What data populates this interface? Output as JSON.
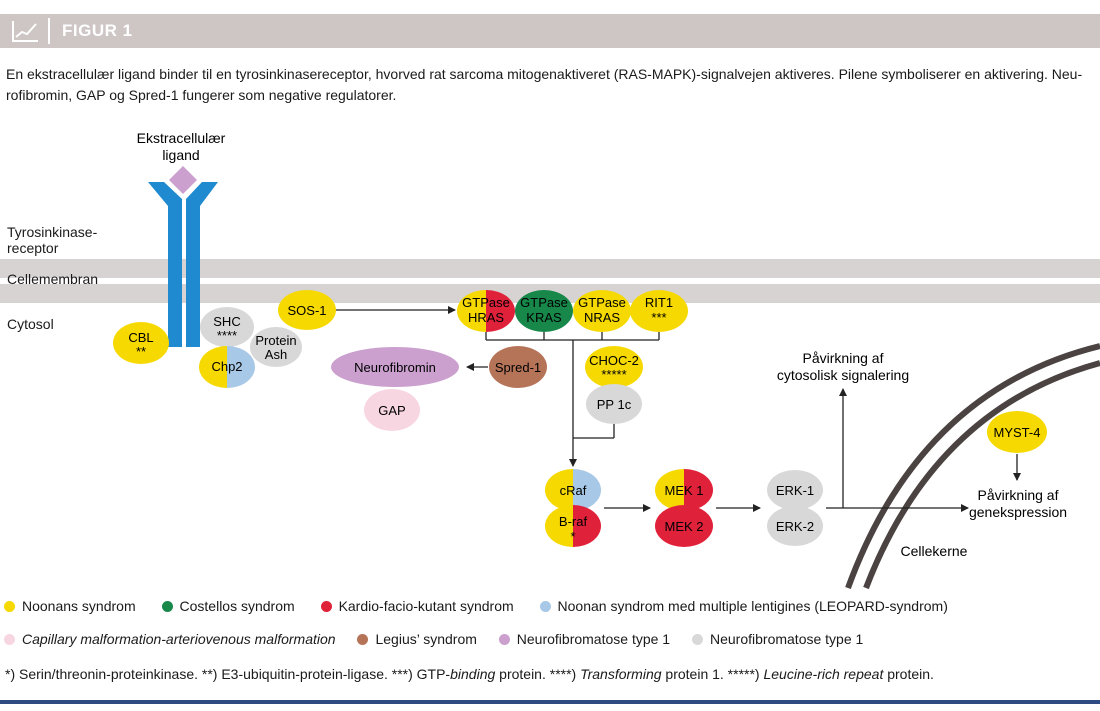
{
  "header": {
    "title": "FIGUR 1",
    "icon": "line-chart-icon"
  },
  "caption": "En ekstracellulær ligand binder til en tyrosinkinasereceptor, hvorved rat sarcoma mitogenaktiveret (RAS-MAPK)-signalvejen aktiveres. Pilene symboliserer en aktivering. Neu-rofibromin, GAP og Spred-1 fungerer som negative regulatorer.",
  "labels": {
    "ligand_line1": "Ekstracellulær",
    "ligand_line2": "ligand",
    "receptor_line1": "Tyrosinkinase-",
    "receptor_line2": "receptor",
    "membrane": "Cellemembran",
    "cytosol": "Cytosol",
    "cytosolic_line1": "Påvirkning af",
    "cytosolic_line2": "cytosolisk signalering",
    "gene_line1": "Påvirkning af",
    "gene_line2": "genekspression",
    "nucleus": "Cellekerne"
  },
  "nodes": {
    "cbl": {
      "line1": "CBL",
      "line2": "**"
    },
    "shc": {
      "line1": "SHC",
      "line2": "****"
    },
    "protein_ash": {
      "line1": "Protein",
      "line2": "Ash"
    },
    "chp2": {
      "line1": "Chp2"
    },
    "sos1": {
      "line1": "SOS-1"
    },
    "hras": {
      "line1": "GTPase",
      "line2": "HRAS"
    },
    "kras": {
      "line1": "GTPase",
      "line2": "KRAS"
    },
    "nras": {
      "line1": "GTPase",
      "line2": "NRAS"
    },
    "rit1": {
      "line1": "RIT1",
      "line2": "***"
    },
    "neurofibromin": {
      "line1": "Neurofibromin"
    },
    "spred1": {
      "line1": "Spred-1"
    },
    "gap": {
      "line1": "GAP"
    },
    "choc2": {
      "line1": "CHOC-2",
      "line2": "*****"
    },
    "pp1c": {
      "line1": "PP 1c"
    },
    "craf": {
      "line1": "cRaf"
    },
    "braf": {
      "line1": "B-raf",
      "line2": "*"
    },
    "mek1": {
      "line1": "MEK 1"
    },
    "mek2": {
      "line1": "MEK 2"
    },
    "erk1": {
      "line1": "ERK-1"
    },
    "erk2": {
      "line1": "ERK-2"
    },
    "myst4": {
      "line1": "MYST-4"
    }
  },
  "colors": {
    "yellow": "#f6d900",
    "green": "#17874a",
    "red": "#e0213a",
    "light_blue": "#a7c8e6",
    "pink": "#f7d6e2",
    "brown": "#b57458",
    "purple": "#cba0cf",
    "gray": "#d8d8d8",
    "receptor_blue": "#1f8ad0",
    "nucleus": "#4a4341",
    "header": "#cdc6c4",
    "bottom_bar": "#2d4a82"
  },
  "legend": {
    "row1": [
      {
        "label": "Noonans syndrom",
        "color": "#f6d900"
      },
      {
        "label": "Costellos syndrom",
        "color": "#17874a"
      },
      {
        "label": "Kardio-facio-kutant syndrom",
        "color": "#e0213a"
      },
      {
        "label": "Noonan syndrom med multiple lentigines (LEOPARD-syndrom)",
        "color": "#a7c8e6"
      }
    ],
    "row2": [
      {
        "label": "Capillary malformation-arteriovenous malformation",
        "color": "#f7d6e2"
      },
      {
        "label": "Legius’ syndrom",
        "color": "#b57458"
      },
      {
        "label": "Neurofibromatose type 1",
        "color": "#cba0cf"
      },
      {
        "label": "Neurofibromatose type 1",
        "color": "#d8d8d8"
      }
    ]
  },
  "footnote": {
    "p1": "*) Serin/threonin-proteinkinase. **) E3-ubiquitin-protein-ligase. ***) GTP-",
    "i1": "binding",
    "p2": " protein.  ****) ",
    "i2": "Transforming",
    "p3": " protein 1. *****) ",
    "i3": "Leucine-rich repeat",
    "p4": " protein."
  }
}
